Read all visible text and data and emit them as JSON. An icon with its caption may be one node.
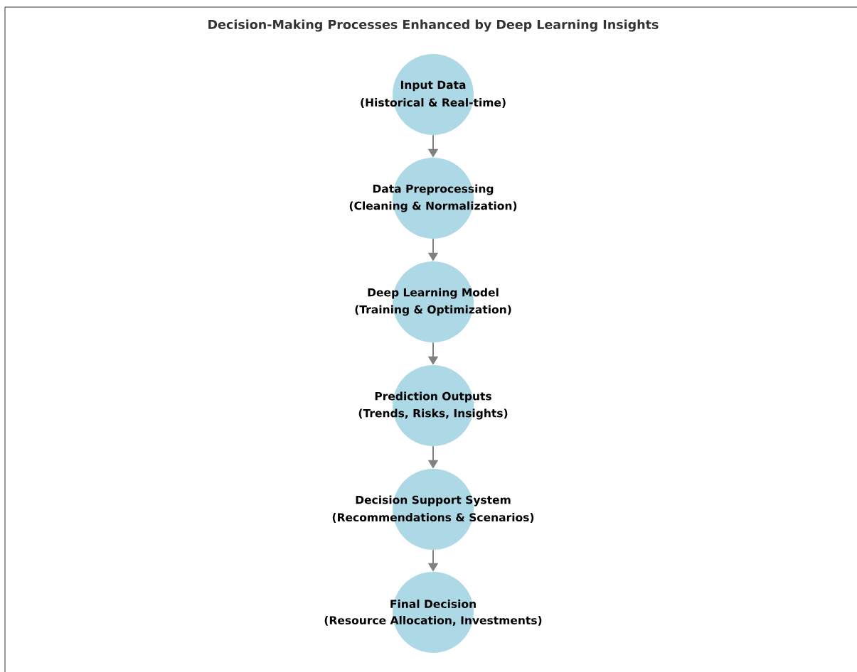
{
  "diagram": {
    "title": "Decision-Making Processes Enhanced by Deep Learning Insights",
    "nodes": [
      {
        "text": [
          "Input Data",
          "(Historical & Real-time)"
        ]
      },
      {
        "text": [
          "Data Preprocessing",
          "(Cleaning & Normalization)"
        ]
      },
      {
        "text": [
          "Deep Learning Model",
          "(Training & Optimization)"
        ]
      },
      {
        "text": [
          "Prediction Outputs",
          "(Trends, Risks, Insights)"
        ]
      },
      {
        "text": [
          "Decision Support System",
          "(Recommendations & Scenarios)"
        ]
      },
      {
        "text": [
          "Final Decision",
          "(Resource Allocation, Investments)"
        ]
      }
    ],
    "edges": [
      {
        "from": 0,
        "to": 1,
        "arrow": "to"
      },
      {
        "from": 1,
        "to": 2,
        "arrow": "to"
      },
      {
        "from": 2,
        "to": 3,
        "arrow": "to"
      },
      {
        "from": 3,
        "to": 4,
        "arrow": "to"
      },
      {
        "from": 4,
        "to": 5,
        "arrow": "to"
      }
    ]
  }
}
